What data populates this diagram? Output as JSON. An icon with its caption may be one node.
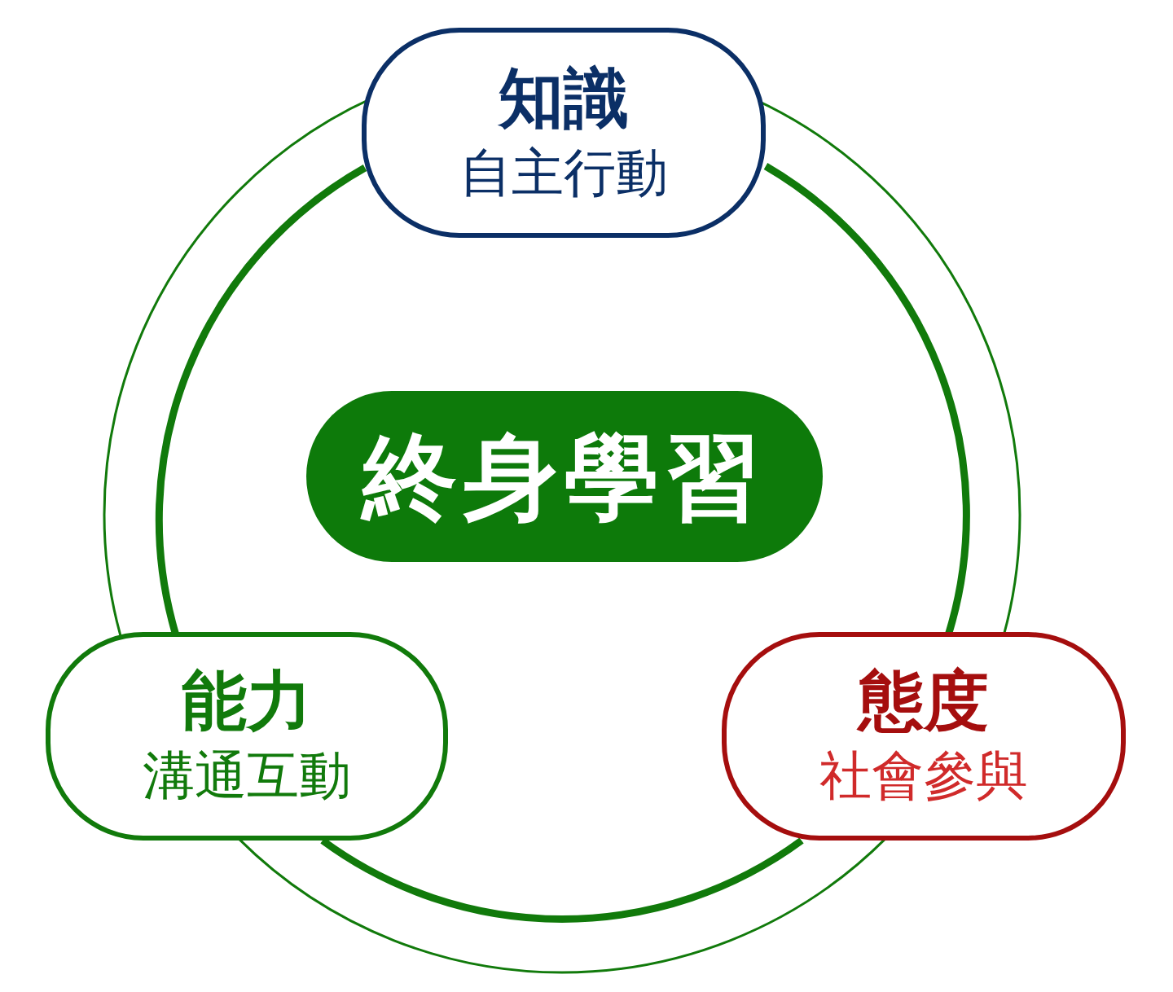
{
  "diagram": {
    "nodes": [
      {
        "text": [
          "知識",
          "自主行動"
        ]
      },
      {
        "text": [
          "終身學習"
        ]
      },
      {
        "text": [
          "能力",
          "溝通互動"
        ]
      },
      {
        "text": [
          "態度",
          "社會參與"
        ]
      }
    ],
    "edges": [
      {
        "from": 0,
        "to": 2,
        "arrow": "none"
      },
      {
        "from": 2,
        "to": 3,
        "arrow": "none"
      },
      {
        "from": 3,
        "to": 0,
        "arrow": "none"
      }
    ]
  }
}
